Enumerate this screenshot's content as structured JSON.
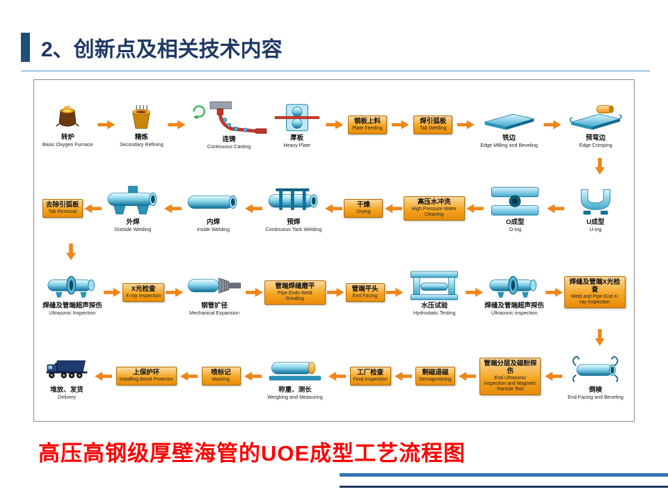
{
  "header": {
    "title": "2、创新点及相关技术内容"
  },
  "footer": {
    "caption": "高压高钢级厚壁海管的UOE成型工艺流程图"
  },
  "colors": {
    "title_text": "#1F3864",
    "title_accent_bar": "#1F4E79",
    "title_rule": "#9DC3E6",
    "caption_red": "#FF0000",
    "arrow_orange": "#F08519",
    "label_box_orange": "#F5A623",
    "machine_cyan": "#59B9D8",
    "footer_line_light": "#2E74B5",
    "footer_line_dark": "#1F3864"
  },
  "flow": {
    "rows": [
      {
        "direction": "right",
        "steps": [
          {
            "kind": "machine",
            "icon": "furnace",
            "zh": "转炉",
            "en": "Basic Oxygen Furnace"
          },
          {
            "kind": "machine",
            "icon": "ladle",
            "zh": "精炼",
            "en": "Secondary Refining"
          },
          {
            "kind": "machine",
            "icon": "continuous-caster",
            "zh": "连铸",
            "en": "Continuous Casting"
          },
          {
            "kind": "machine",
            "icon": "rolling-mill",
            "zh": "厚板",
            "en": "Heavy Plate"
          },
          {
            "kind": "label",
            "zh": "钢板上料",
            "en": "Plate Feeding"
          },
          {
            "kind": "label",
            "zh": "焊引弧板",
            "en": "Tab Welding"
          },
          {
            "kind": "machine",
            "icon": "plate-milling",
            "zh": "铣边",
            "en": "Edge Milling and Beveling"
          },
          {
            "kind": "machine",
            "icon": "plate-crimping",
            "zh": "预弯边",
            "en": "Edge Crimping"
          }
        ]
      },
      {
        "direction": "left",
        "steps": [
          {
            "kind": "label",
            "zh": "去除引弧板",
            "en": "Tab Removal"
          },
          {
            "kind": "machine",
            "icon": "pipe-on-stands",
            "zh": "外焊",
            "en": "Outside Welding"
          },
          {
            "kind": "machine",
            "icon": "pipe",
            "zh": "内焊",
            "en": "Inside Welding"
          },
          {
            "kind": "machine",
            "icon": "pipe-clamps",
            "zh": "预焊",
            "en": "Continuous Tack Welding"
          },
          {
            "kind": "label",
            "zh": "干燥",
            "en": "Drying"
          },
          {
            "kind": "label",
            "zh": "高压水冲洗",
            "en": "High Pressure Water Cleaning"
          },
          {
            "kind": "machine",
            "icon": "o-press",
            "zh": "O成型",
            "en": "O-ing"
          },
          {
            "kind": "machine",
            "icon": "u-press",
            "zh": "U成型",
            "en": "U-ing"
          }
        ]
      },
      {
        "direction": "right",
        "steps": [
          {
            "kind": "machine",
            "icon": "pipe-flange",
            "zh": "焊缝及管端超声探伤",
            "en": "Ultrasonic Inspection"
          },
          {
            "kind": "label",
            "zh": "X光检查",
            "en": "X-ray Inspection"
          },
          {
            "kind": "machine",
            "icon": "pipe-expander",
            "zh": "钢管扩径",
            "en": "Mechanical Expansion"
          },
          {
            "kind": "label",
            "zh": "管端焊缝磨平",
            "en": "Pipe Ends Weld Grinding"
          },
          {
            "kind": "label",
            "zh": "管端平头",
            "en": "End Facing"
          },
          {
            "kind": "machine",
            "icon": "hydro-test-press",
            "zh": "水压试验",
            "en": "Hydrostatic Testing"
          },
          {
            "kind": "machine",
            "icon": "pipe-flange",
            "zh": "焊缝及管端超声探伤",
            "en": "Ultrasonic inspection"
          },
          {
            "kind": "label",
            "zh": "焊缝及管端X光检查",
            "en": "Weld and Pipe End X-ray Inspection"
          }
        ]
      },
      {
        "direction": "left",
        "steps": [
          {
            "kind": "machine",
            "icon": "truck",
            "zh": "堆放、发货",
            "en": "Delivery"
          },
          {
            "kind": "label",
            "zh": "上保护环",
            "en": "Installing Bevel Protector"
          },
          {
            "kind": "label",
            "zh": "喷标记",
            "en": "Marking"
          },
          {
            "kind": "machine",
            "icon": "pipe-on-scale",
            "zh": "称重、测长",
            "en": "Weighing and Measuring"
          },
          {
            "kind": "label",
            "zh": "工厂检查",
            "en": "Final Inspection"
          },
          {
            "kind": "label",
            "zh": "剩磁退磁",
            "en": "Demagnetizing"
          },
          {
            "kind": "label",
            "zh": "管端分层及磁粉探伤",
            "en": "End Ultrasonic inspection and Magnetic Particle Test"
          },
          {
            "kind": "machine",
            "icon": "pipe-beveling",
            "zh": "倒棱",
            "en": "End Facing and Beveling"
          }
        ]
      }
    ]
  }
}
